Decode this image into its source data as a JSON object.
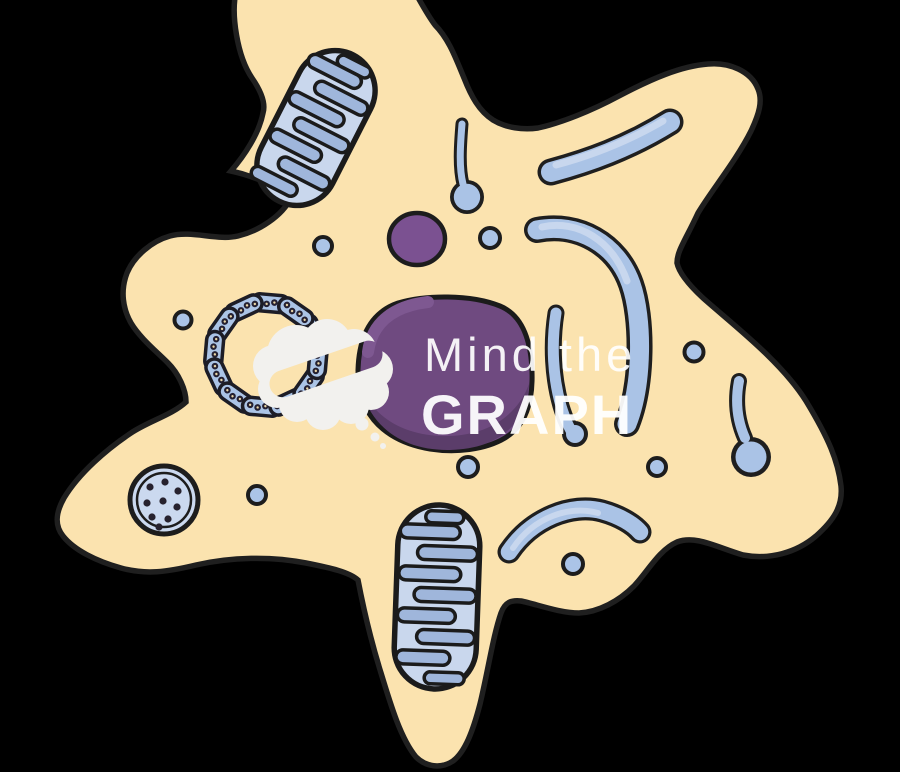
{
  "watermark": {
    "brand_line1": "Mind the",
    "brand_line2": "GRAPH",
    "logo_icon": "brain-cloud-logo",
    "text_color": "#FFFFFF"
  },
  "illustration": {
    "subject": "Amoeba-like cell with organelles",
    "background_color": "#000000",
    "cytoplasm_color": "#FBE3AF",
    "membrane_outline_color": "#1F1F1F",
    "organelle_blue": "#ABC4E7",
    "organelle_blue_light": "#C9D7ED",
    "organelle_blue_deep": "#9FB6DB",
    "nucleus_color": "#6F4A80",
    "nucleus_shadow_color": "#5B3D6A",
    "nucleus_highlight_color": "#7E5891",
    "vacuole_dot_color": "#27222E",
    "ribosome_dot_color": "#242031",
    "organelles": [
      "nucleus",
      "mitochondrion-upper",
      "mitochondrion-lower",
      "rough-er-vesicle-ring",
      "granular-vacuole",
      "purple-vesicle",
      "smooth-er-tubules",
      "transport-vesicles"
    ],
    "transport_vesicle_count": 8,
    "tubule_count": 6
  }
}
